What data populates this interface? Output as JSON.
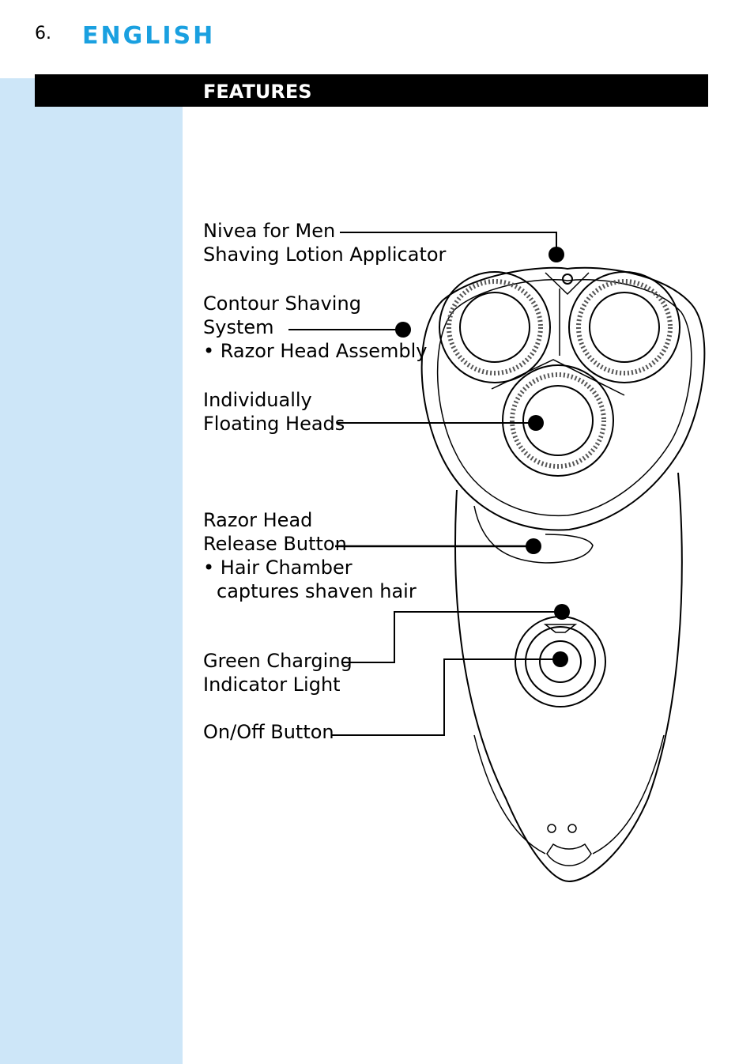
{
  "header": {
    "page_number": "6.",
    "language": "ENGLISH",
    "section_title": "FEATURES"
  },
  "labels": {
    "applicator": {
      "line1": "Nivea for Men",
      "line2": "Shaving Lotion Applicator"
    },
    "contour": {
      "line1": "Contour Shaving",
      "line2": "System",
      "line3": "• Razor Head Assembly"
    },
    "floating": {
      "line1": "Individually",
      "line2": "Floating Heads"
    },
    "release": {
      "line1": "Razor Head",
      "line2": "Release Button",
      "line3": "• Hair Chamber",
      "line4": "captures shaven hair"
    },
    "charging": {
      "line1": "Green Charging",
      "line2": "Indicator Light"
    },
    "onoff": {
      "line1": "On/Off Button"
    }
  },
  "colors": {
    "accent": "#1aa0e0",
    "sidebar": "#cde6f8",
    "bar": "#000000"
  }
}
